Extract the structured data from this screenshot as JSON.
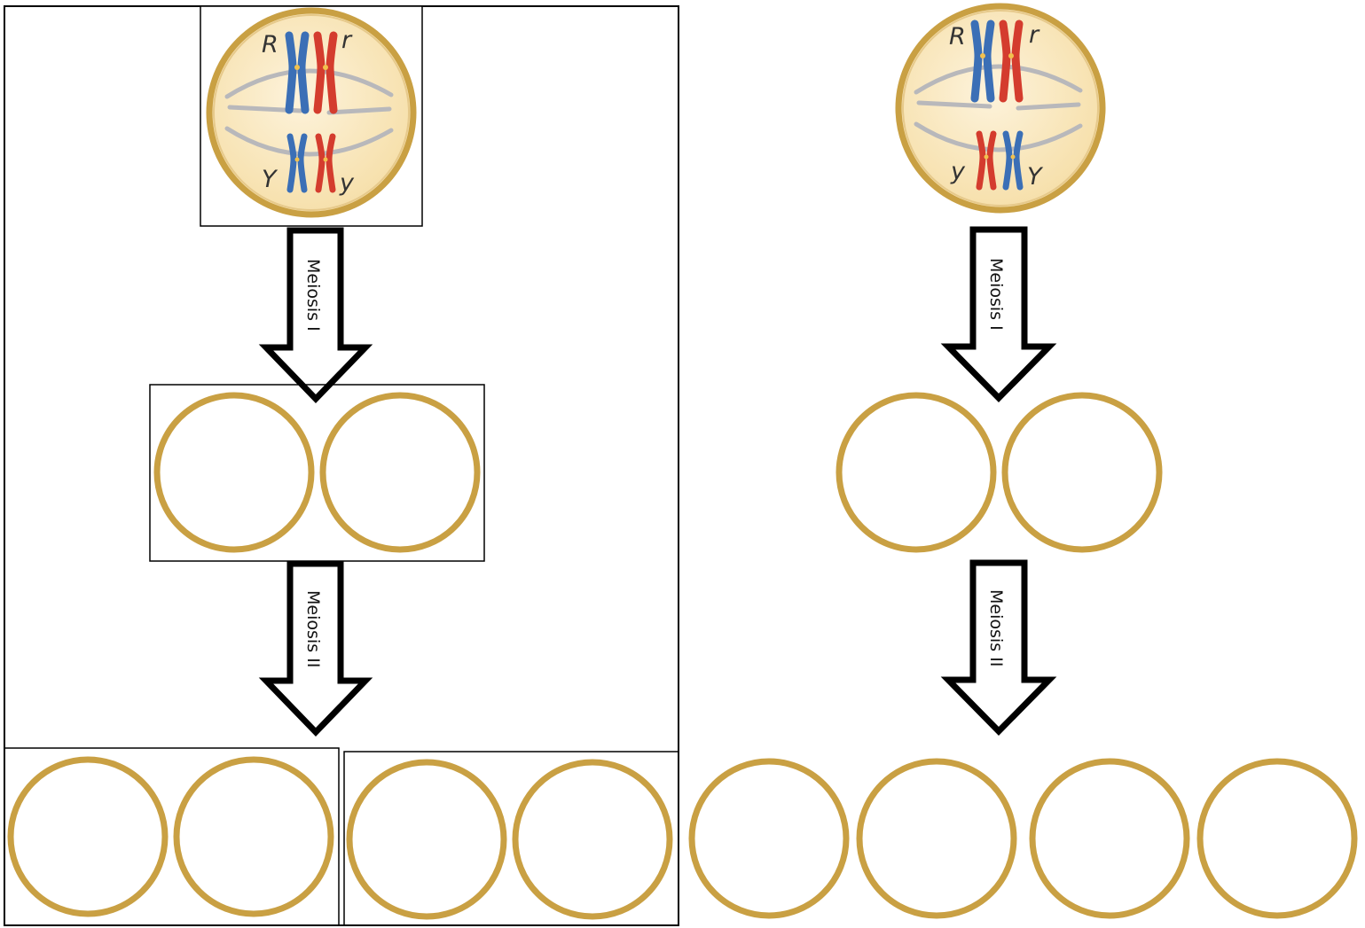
{
  "colors": {
    "cell_border": "#c9a043",
    "cell_fill_start": "#fdf3dc",
    "cell_fill_end": "#f6dfa9",
    "chromosome_maternal": "#3b6fb6",
    "chromosome_paternal": "#d43c2e",
    "spindle": "#b8b8bb",
    "frame": "#000000"
  },
  "left_panel": {
    "alleles": {
      "top_left": "R",
      "top_right": "r",
      "bottom_left": "Y",
      "bottom_right": "y"
    },
    "arrow_1_label": "Meiosis I",
    "arrow_2_label": "Meiosis II"
  },
  "right_panel": {
    "alleles": {
      "top_left": "R",
      "top_right": "r",
      "bottom_left": "y",
      "bottom_right": "Y"
    },
    "arrow_1_label": "Meiosis I",
    "arrow_2_label": "Meiosis II"
  }
}
